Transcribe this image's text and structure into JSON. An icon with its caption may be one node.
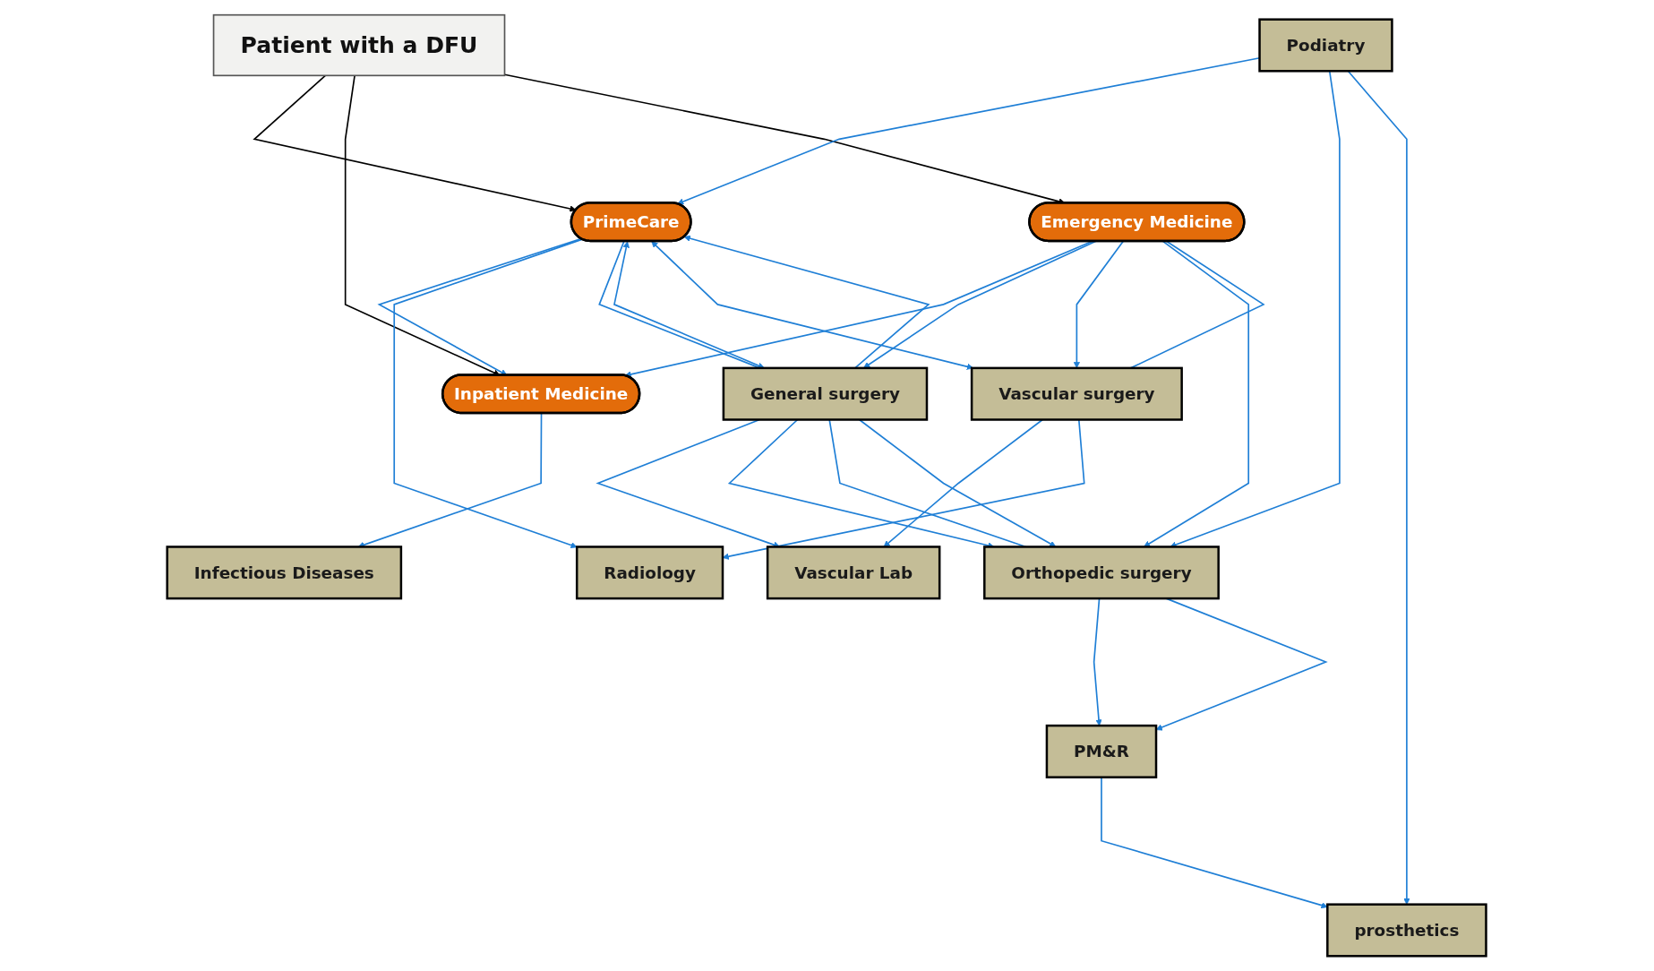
{
  "diagram": {
    "nodes": [
      {
        "text": [
          "Patient with a DFU"
        ]
      },
      {
        "text": [
          "PrimeCare"
        ]
      },
      {
        "text": [
          "Inpatient Medicine"
        ]
      },
      {
        "text": [
          "Emergency Medicine"
        ]
      },
      {
        "text": [
          "General surgery"
        ]
      },
      {
        "text": [
          "Infectious Diseases"
        ]
      },
      {
        "text": [
          "Orthopedic surgery"
        ]
      },
      {
        "text": [
          "Vascular surgery"
        ]
      },
      {
        "text": [
          "Vascular Lab"
        ]
      },
      {
        "text": [
          "Radiology"
        ]
      },
      {
        "text": [
          "Podiatry"
        ]
      },
      {
        "text": [
          "prosthetics"
        ]
      },
      {
        "text": [
          "PM&R"
        ]
      }
    ],
    "edges": [
      {
        "from": 0,
        "to": 1,
        "arrow": "to",
        "color": "#000000"
      },
      {
        "from": 0,
        "to": 2,
        "arrow": "to",
        "color": "#000000"
      },
      {
        "from": 0,
        "to": 3,
        "arrow": "to",
        "color": "#000000"
      },
      {
        "from": 1,
        "to": 2,
        "arrow": "to"
      },
      {
        "from": 1,
        "to": 9,
        "arrow": "to"
      },
      {
        "from": 1,
        "to": 4,
        "arrow": "none"
      },
      {
        "from": 1,
        "to": 4,
        "arrow": "both"
      },
      {
        "from": 4,
        "to": 1,
        "arrow": "to"
      },
      {
        "from": 1,
        "to": 7,
        "arrow": "both"
      },
      {
        "from": 10,
        "to": 1,
        "arrow": "to"
      },
      {
        "from": 3,
        "to": 2,
        "arrow": "to"
      },
      {
        "from": 2,
        "to": 5,
        "arrow": "to"
      },
      {
        "from": 3,
        "to": 4,
        "arrow": "to"
      },
      {
        "from": 3,
        "to": 7,
        "arrow": "to"
      },
      {
        "from": 3,
        "to": 6,
        "arrow": "to"
      },
      {
        "from": 3,
        "to": 7,
        "arrow": "none"
      },
      {
        "from": 4,
        "to": 8,
        "arrow": "to"
      },
      {
        "from": 4,
        "to": 6,
        "arrow": "to"
      },
      {
        "from": 4,
        "to": 6,
        "arrow": "none"
      },
      {
        "from": 4,
        "to": 6,
        "arrow": "to"
      },
      {
        "from": 7,
        "to": 8,
        "arrow": "to"
      },
      {
        "from": 7,
        "to": 9,
        "arrow": "to"
      },
      {
        "from": 10,
        "to": 6,
        "arrow": "to"
      },
      {
        "from": 10,
        "to": 11,
        "arrow": "to"
      },
      {
        "from": 6,
        "to": 12,
        "arrow": "to"
      },
      {
        "from": 6,
        "to": 12,
        "arrow": "to"
      },
      {
        "from": 12,
        "to": 11,
        "arrow": "to"
      }
    ]
  }
}
